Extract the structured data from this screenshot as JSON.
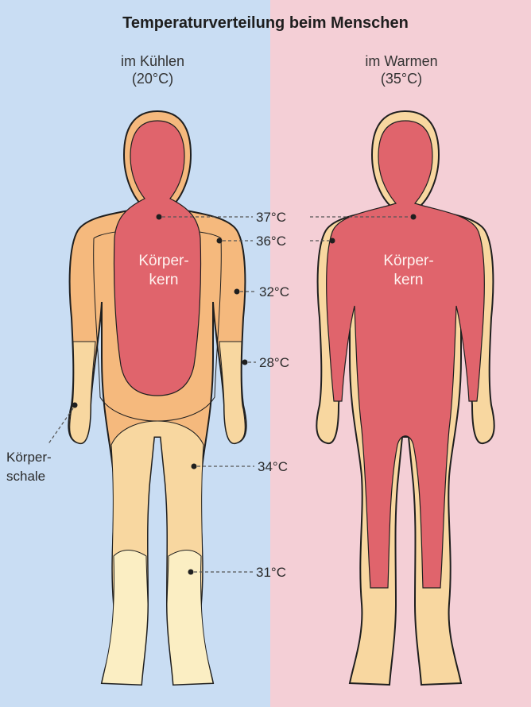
{
  "title": "Temperaturverteilung beim Menschen",
  "left": {
    "heading": "im Kühlen",
    "sub": "(20°C)"
  },
  "right": {
    "heading": "im Warmen",
    "sub": "(35°C)"
  },
  "core_label_line1": "Körper-",
  "core_label_line2": "kern",
  "shell_label_line1": "Körper-",
  "shell_label_line2": "schale",
  "temps": {
    "t37": "37°C",
    "t36": "36°C",
    "t32": "32°C",
    "t28": "28°C",
    "t34": "34°C",
    "t31": "31°C"
  },
  "colors": {
    "cool_bg": "#c9ddf3",
    "warm_bg": "#f4cfd6",
    "core": "#e0646c",
    "shell_warm": "#f5b97d",
    "shell_mid": "#f8d7a0",
    "shell_cool": "#fbeec3"
  }
}
